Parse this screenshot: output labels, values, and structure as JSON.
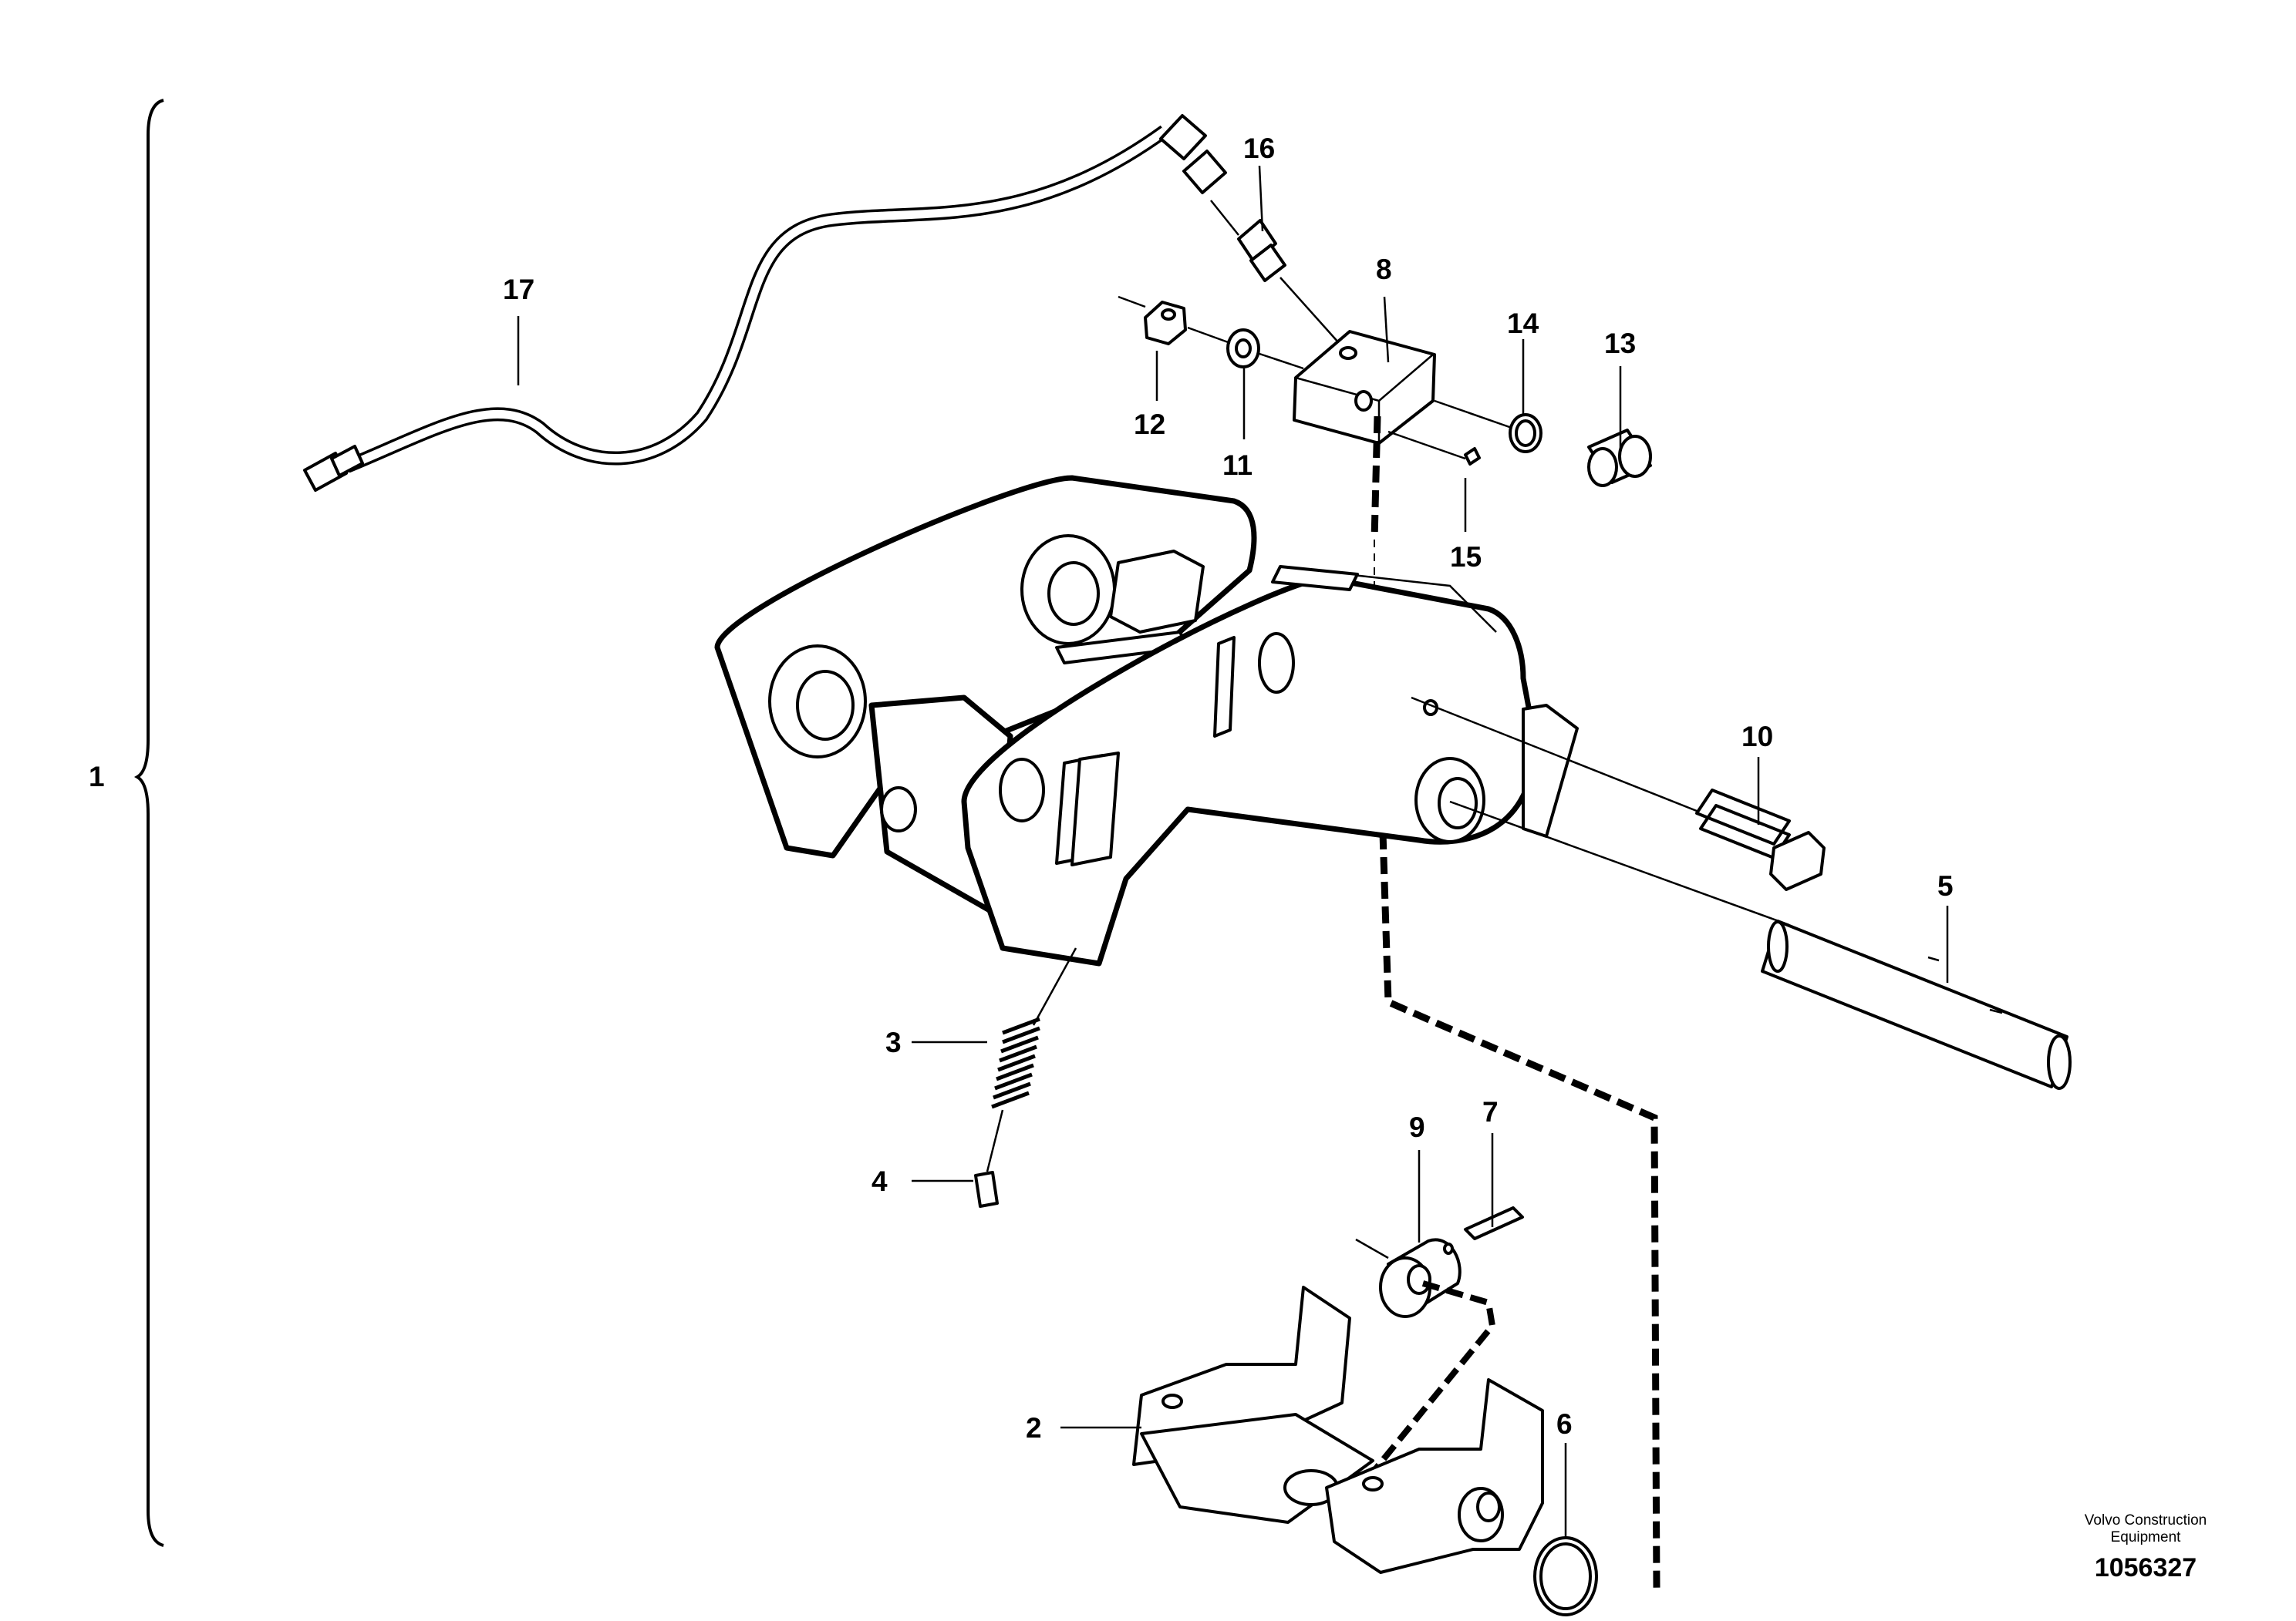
{
  "diagram": {
    "callouts": {
      "c1": "1",
      "c2": "2",
      "c3": "3",
      "c4": "4",
      "c5": "5",
      "c6": "6",
      "c7": "7",
      "c8": "8",
      "c9": "9",
      "c10": "10",
      "c11": "11",
      "c12": "12",
      "c13": "13",
      "c14": "14",
      "c15": "15",
      "c16": "16",
      "c17": "17"
    },
    "brand_line1": "Volvo Construction",
    "brand_line2": "Equipment",
    "doc_number": "1056327"
  }
}
